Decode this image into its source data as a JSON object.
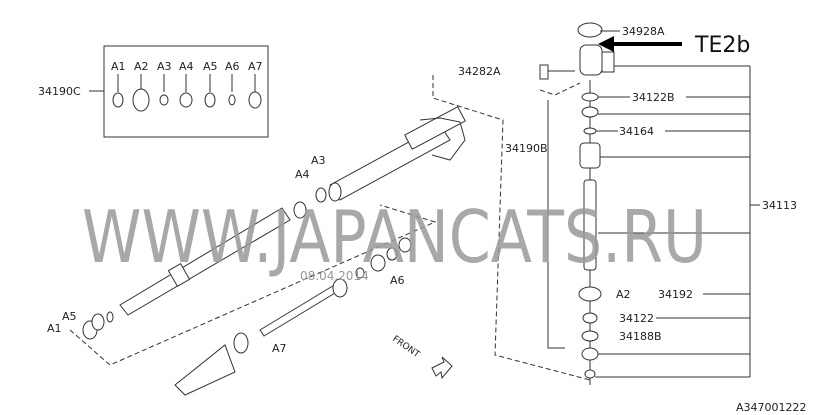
{
  "diagram": {
    "kit_label": "34190C",
    "kit_items": [
      "A1",
      "A2",
      "A3",
      "A4",
      "A5",
      "A6",
      "A7"
    ],
    "parts": {
      "cap": "34928A",
      "bolt": "34282A",
      "seal_b": "34122B",
      "ring": "34164",
      "kit_b": "34190B",
      "assembly": "34113",
      "a2": "A2",
      "bushing": "34192",
      "seal": "34122",
      "washer": "34188B"
    },
    "rack_labels": {
      "a3": "A3",
      "a4": "A4",
      "a5": "A5",
      "a1": "A1",
      "a6": "A6",
      "a7": "A7"
    },
    "annotation": "TE2b",
    "front_label": "FRONT",
    "watermark": "WWW.JAPANCATS.RU",
    "watermark_date": "08.04.2014",
    "diagram_id": "A347001222"
  }
}
